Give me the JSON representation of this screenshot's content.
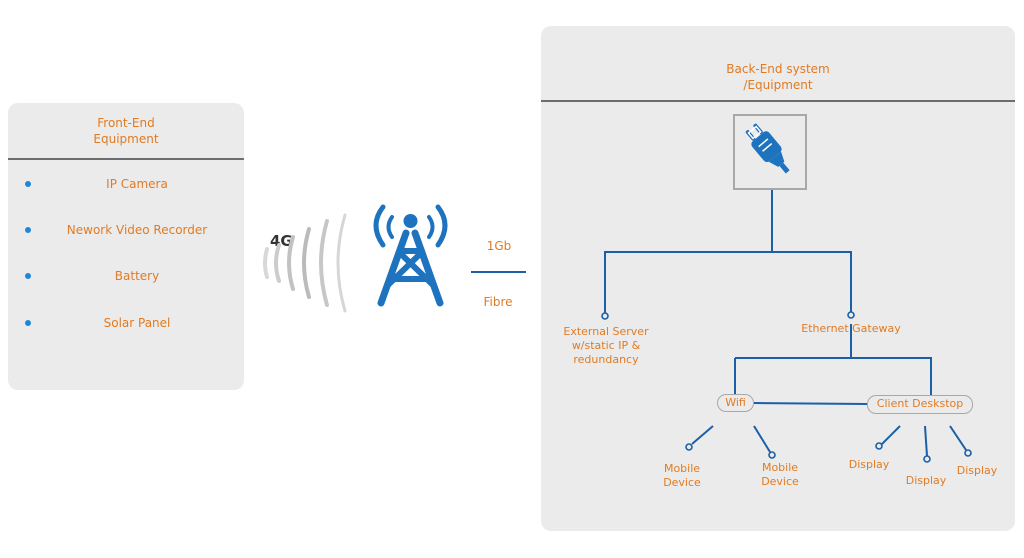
{
  "colors": {
    "accent_text": "#e07b24",
    "line_blue": "#1b5fa6",
    "icon_blue": "#1e73be",
    "panel_bg": "#ebebeb",
    "rule_gray": "#6d6d6d"
  },
  "front_end": {
    "title": "Front-End\nEquipment",
    "items": [
      {
        "label": "IP Camera"
      },
      {
        "label": "Nework Video Recorder"
      },
      {
        "label": "Battery"
      },
      {
        "label": "Solar Panel"
      }
    ]
  },
  "wireless": {
    "label": "4G",
    "tower_icon": "cell-tower-icon"
  },
  "link": {
    "top_label": "1Gb",
    "bottom_label": "Fibre"
  },
  "back_end": {
    "title": "Back-End system\n/Equipment",
    "connector_icon": "plug-connector-icon",
    "external_server": "External Server\nw/static IP &\nredundancy",
    "ethernet_gateway": "Ethernet Gateway",
    "wifi": "Wifi",
    "client_desktop": "Client Deskstop",
    "mobile_1": "Mobile\nDevice",
    "mobile_2": "Mobile\nDevice",
    "display_1": "Display",
    "display_2": "Display",
    "display_3": "Display"
  }
}
